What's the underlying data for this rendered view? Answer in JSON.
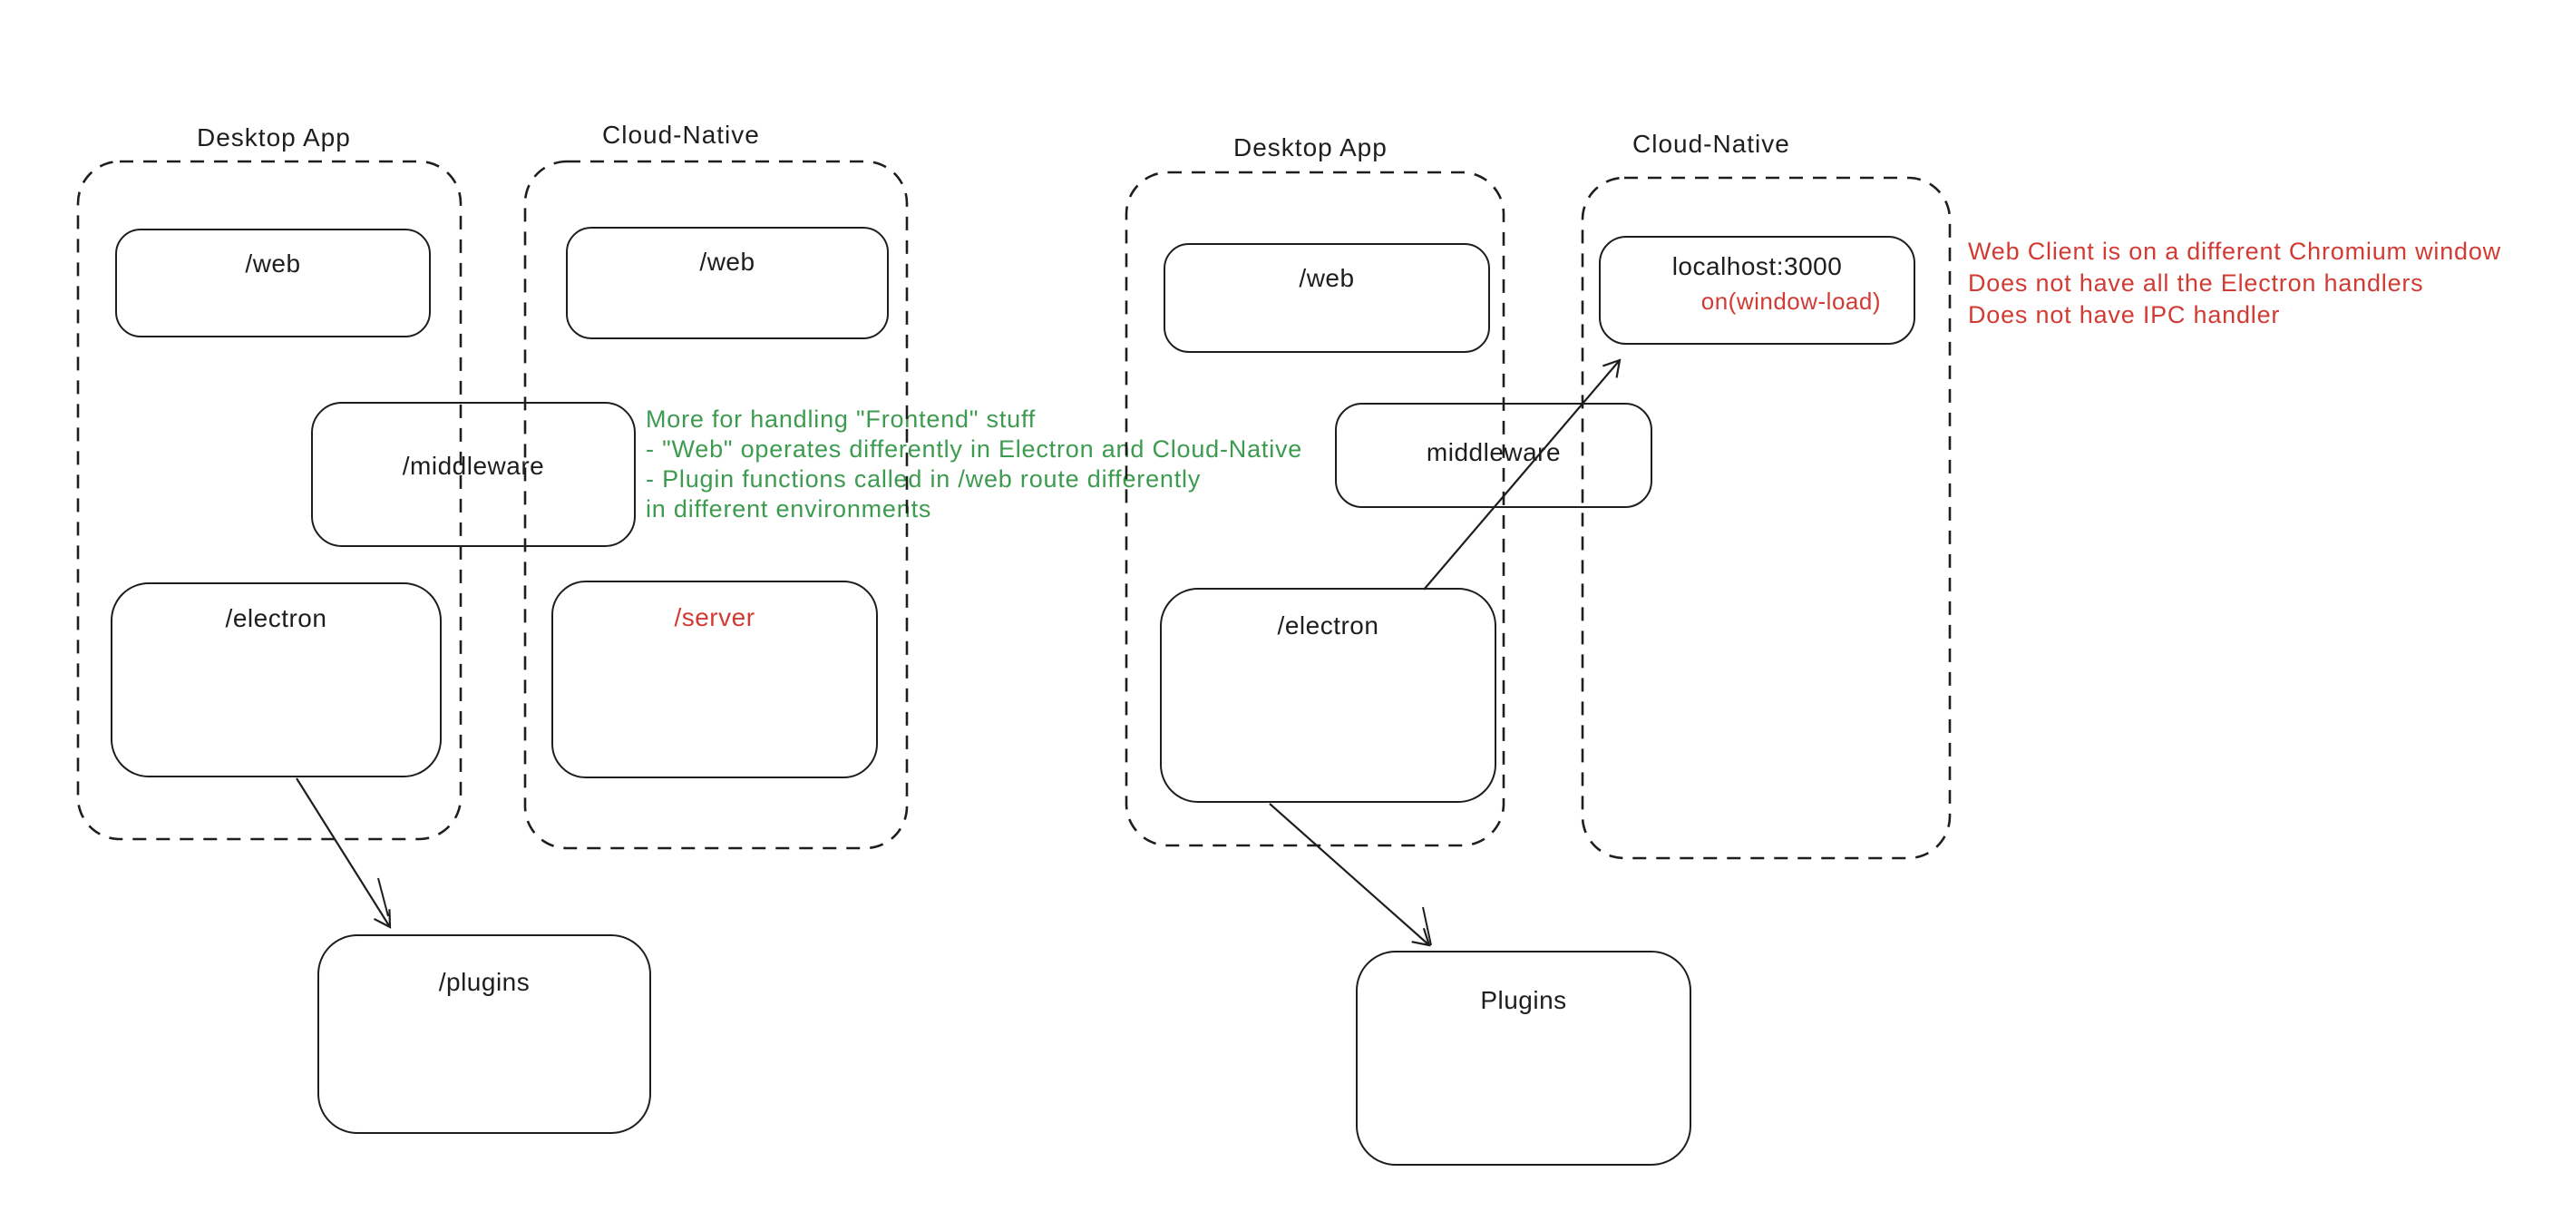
{
  "colors": {
    "ink": "#1e1e1e",
    "green": "#3d9b50",
    "red": "#d23b33",
    "background": "#ffffff"
  },
  "left": {
    "desktop_label": "Desktop App",
    "cloud_label": "Cloud-Native",
    "desktop_web": "/web",
    "cloud_web": "/web",
    "middleware": "/middleware",
    "electron": "/electron",
    "server": "/server",
    "plugins": "/plugins",
    "green_note": [
      "More for handling \"Frontend\" stuff",
      "- \"Web\" operates differently in Electron and Cloud-Native",
      "- Plugin functions called in /web route differently",
      "in different environments"
    ]
  },
  "right": {
    "desktop_label": "Desktop App",
    "cloud_label": "Cloud-Native",
    "desktop_web": "/web",
    "localhost_title": "localhost:3000",
    "localhost_event": "on(window-load)",
    "middleware": "middleware",
    "electron": "/electron",
    "plugins": "Plugins",
    "red_note": [
      "Web Client is on a different Chromium window",
      "Does not have all the Electron handlers",
      "Does not have IPC handler"
    ]
  }
}
